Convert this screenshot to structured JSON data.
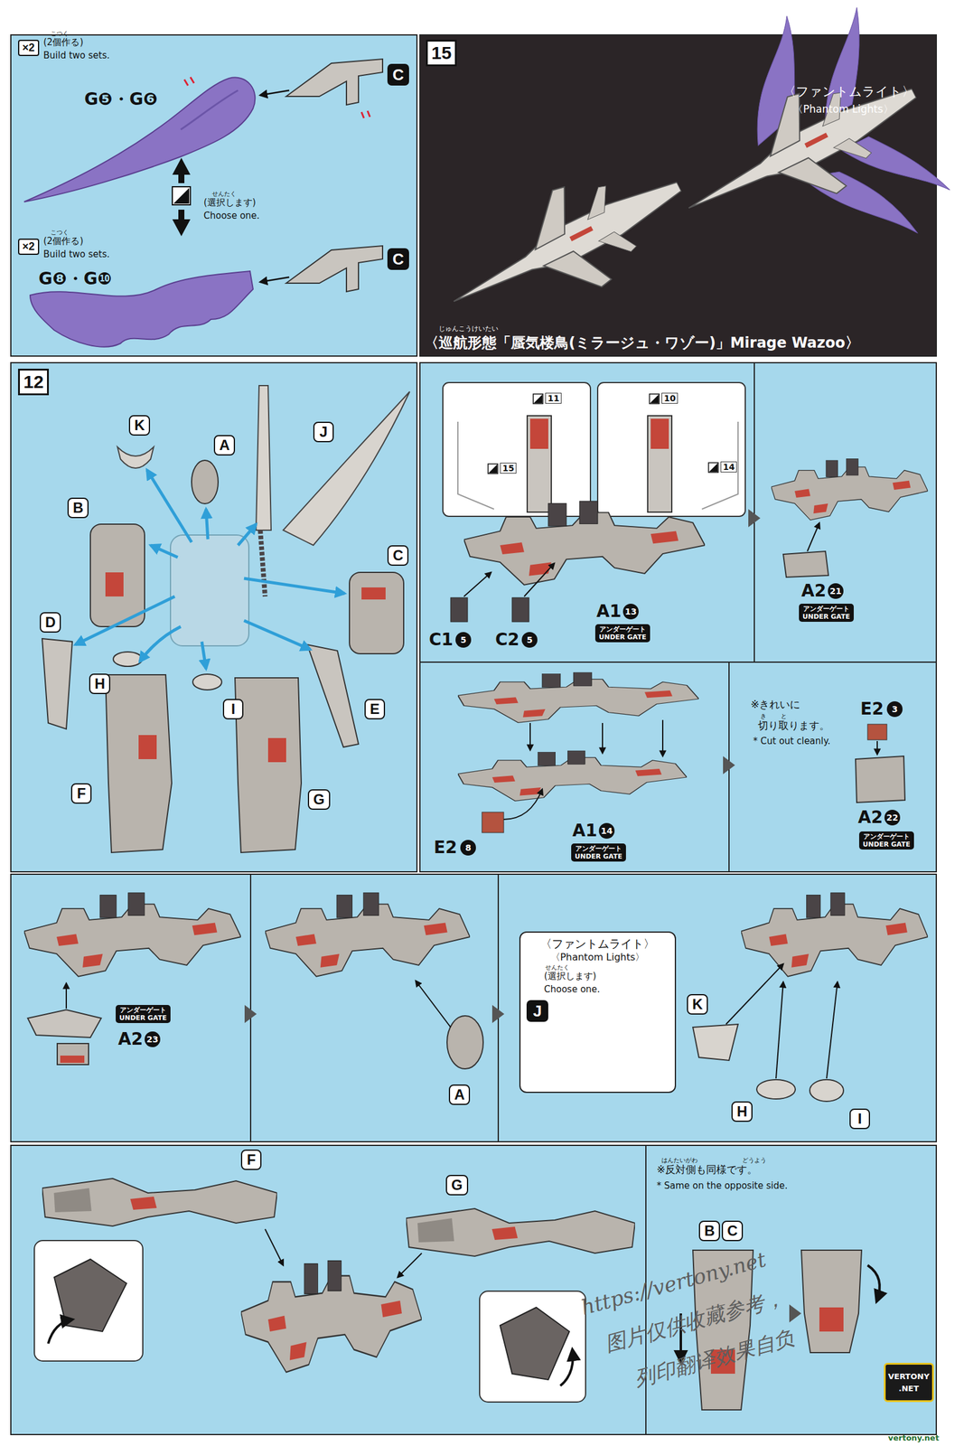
{
  "diagram": {
    "nodes": [
      {
        "text": [
          "×2"
        ]
      },
      {
        "text": [
          "C"
        ]
      },
      {
        "text": [
          "×2"
        ]
      },
      {
        "text": [
          "C"
        ]
      },
      {
        "text": [
          "15"
        ]
      },
      {
        "text": [
          "12"
        ]
      },
      {
        "text": [
          "K"
        ]
      },
      {
        "text": [
          "A"
        ]
      },
      {
        "text": [
          "J"
        ]
      },
      {
        "text": [
          "B"
        ]
      },
      {
        "text": [
          "C"
        ]
      },
      {
        "text": [
          "D"
        ]
      },
      {
        "text": [
          "H"
        ]
      },
      {
        "text": [
          "I"
        ]
      },
      {
        "text": [
          "E"
        ]
      },
      {
        "text": [
          "F"
        ]
      },
      {
        "text": [
          "G"
        ]
      },
      {
        "text": [
          "アンダーゲート",
          "UNDER GATE"
        ]
      },
      {
        "text": [
          "アンダーゲート",
          "UNDER GATE"
        ]
      },
      {
        "text": [
          "アンダーゲート",
          "UNDER GATE"
        ]
      },
      {
        "text": [
          "アンダーゲート",
          "UNDER GATE"
        ]
      },
      {
        "text": [
          "アンダーゲート",
          "UNDER GATE"
        ]
      },
      {
        "text": [
          "A"
        ]
      },
      {
        "text": [
          "〈ファントムライト〉",
          "〈Phantom Lights〉"
        ]
      },
      {
        "text": [
          "J"
        ],
        "in": 23
      },
      {
        "text": [
          "K"
        ]
      },
      {
        "text": [
          "H"
        ]
      },
      {
        "text": [
          "I"
        ]
      },
      {
        "text": [
          "F"
        ]
      },
      {
        "text": [
          "G"
        ]
      },
      {
        "text": [
          "B"
        ]
      },
      {
        "text": [
          "C"
        ]
      },
      {
        "text": [
          "VERTONY",
          ".NET"
        ]
      }
    ],
    "labels": [
      "こつく",
      "(2個作る)",
      "Build two sets.",
      "G❺・G❻",
      "せんたく",
      "(選択します)",
      "Choose one.",
      "こつく",
      "(2個作る)",
      "Build two sets.",
      "G❽・G❿",
      "〈ファントムライト〉",
      "〈Phantom Lights〉",
      "じゅんこうけいたい",
      "〈巡航形態「蜃気楼鳥(ミラージュ・ワゾー)」Mirage Wazoo〉",
      "11",
      "15",
      "10",
      "14",
      "C1",
      "5",
      "C2",
      "5",
      "A1",
      "13",
      "A2",
      "21",
      "E2",
      "8",
      "A1",
      "14",
      "※きれいに",
      "き",
      "と",
      "切り取ります。",
      "* Cut out cleanly.",
      "E2",
      "3",
      "A2",
      "22",
      "A2",
      "23",
      "せんたく",
      "(選択します)",
      "Choose one.",
      "はんたいがわ",
      "どうよう",
      "※反対側も同様です。",
      "* Same on the opposite side.",
      "https://vertony.net",
      "图片仅供收藏参考，",
      "列印翻译效果自负",
      "vertony.net"
    ]
  }
}
